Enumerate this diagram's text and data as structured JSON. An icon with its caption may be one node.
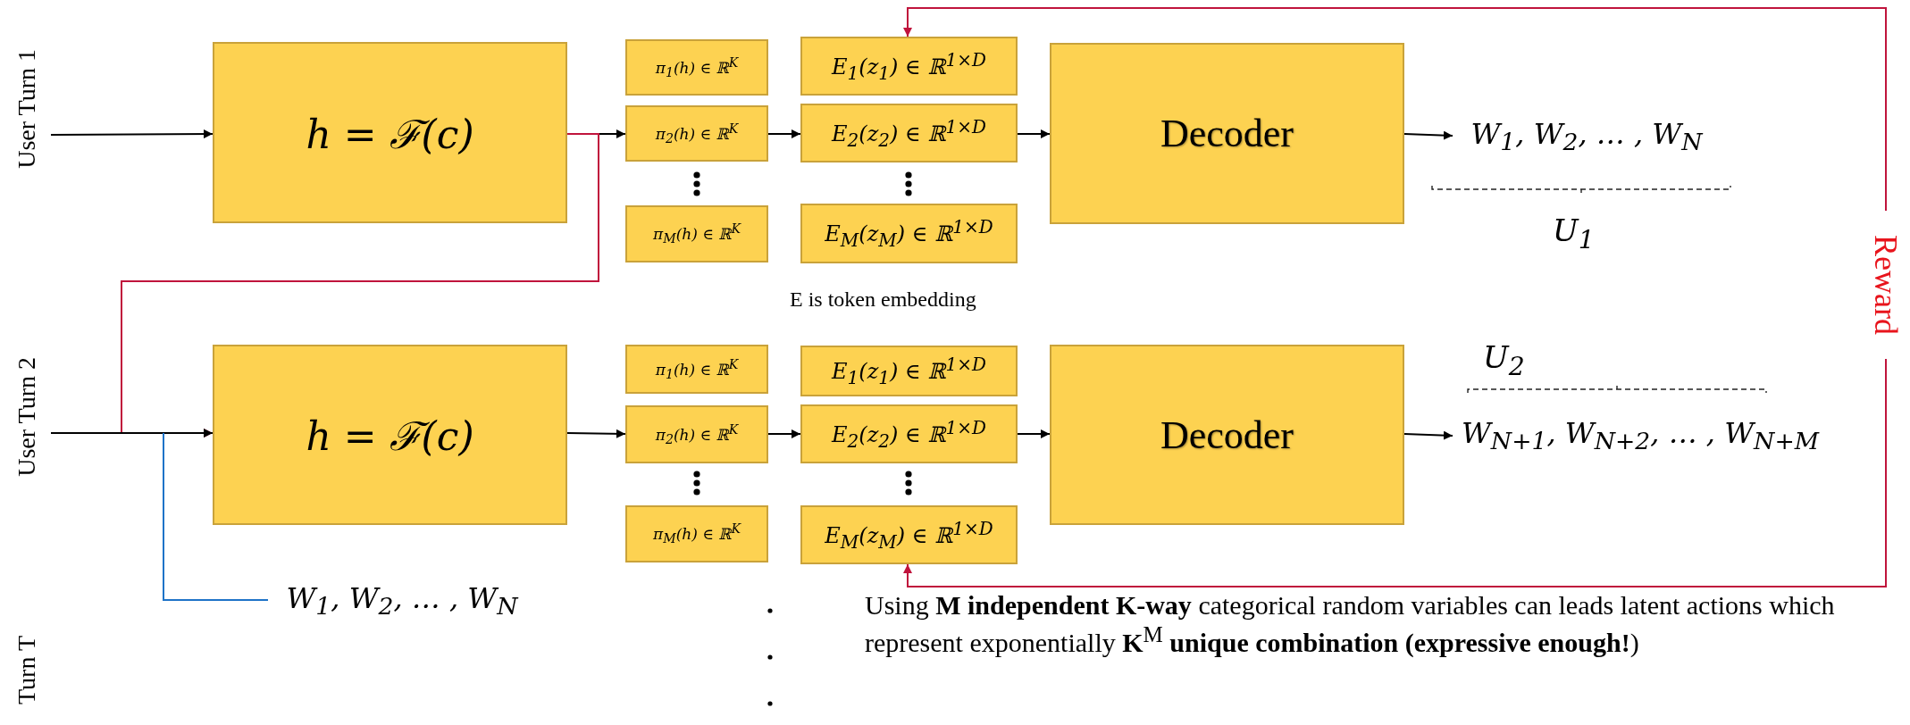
{
  "diagram": {
    "nodes": [
      {
        "text": [
          "h = ℱ(c)"
        ]
      },
      {
        "text": [
          "π$_{1}$(h) ∈ ℝ$^{K}$"
        ]
      },
      {
        "text": [
          "π$_{2}$(h) ∈ ℝ$^{K}$"
        ]
      },
      {
        "text": [
          "π$_{M}$(h) ∈ ℝ$^{K}$"
        ]
      },
      {
        "text": [
          "E$_{1}$(z$_{1}$) ∈ ℝ$^{1×D}$"
        ]
      },
      {
        "text": [
          "E$_{2}$(z$_{2}$) ∈ ℝ$^{1×D}$"
        ]
      },
      {
        "text": [
          "E$_{M}$(z$_{M}$) ∈ ℝ$^{1×D}$"
        ]
      },
      {
        "text": [
          "Decoder"
        ]
      },
      {
        "text": [
          "W$_{1}$, W$_{2}$, … , W$_{N}$"
        ],
        "beside": [
          "U$_{1}$"
        ]
      },
      {
        "text": [
          "Reward"
        ]
      },
      {
        "text": [
          "h = ℱ(c)"
        ]
      },
      {
        "text": [
          "π$_{1}$(h) ∈ ℝ$^{K}$"
        ]
      },
      {
        "text": [
          "π$_{2}$(h) ∈ ℝ$^{K}$"
        ]
      },
      {
        "text": [
          "π$_{M}$(h) ∈ ℝ$^{K}$"
        ]
      },
      {
        "text": [
          "E$_{1}$(z$_{1}$) ∈ ℝ$^{1×D}$"
        ]
      },
      {
        "text": [
          "E$_{2}$(z$_{2}$) ∈ ℝ$^{1×D}$"
        ]
      },
      {
        "text": [
          "E$_{M}$(z$_{M}$) ∈ ℝ$^{1×D}$"
        ]
      },
      {
        "text": [
          "Decoder"
        ]
      },
      {
        "text": [
          "W$_{N+1}$, W$_{N+2}$, … , W$_{N+M}$"
        ],
        "beside": [
          "U$_{2}$"
        ]
      },
      {
        "text": [
          "W$_{1}$, W$_{2}$, … , W$_{N}$"
        ]
      }
    ],
    "edges": [
      {
        "from": null,
        "to": 0,
        "arrow": "to"
      },
      {
        "from": 0,
        "to": 2,
        "arrow": "to"
      },
      {
        "from": 2,
        "to": 5,
        "arrow": "to"
      },
      {
        "from": 5,
        "to": 7,
        "arrow": "to"
      },
      {
        "from": 7,
        "to": 8,
        "arrow": "to"
      },
      {
        "from": 9,
        "to": 4,
        "arrow": "to",
        "color": "#c0143c"
      },
      {
        "from": 0,
        "to": 10,
        "arrow": "to",
        "color": "#c0143c"
      },
      {
        "from": null,
        "to": 10,
        "arrow": "to"
      },
      {
        "from": 10,
        "to": 12,
        "arrow": "to"
      },
      {
        "from": 12,
        "to": 15,
        "arrow": "to"
      },
      {
        "from": 15,
        "to": 17,
        "arrow": "to"
      },
      {
        "from": 17,
        "to": 18,
        "arrow": "to"
      },
      {
        "from": 9,
        "to": 16,
        "arrow": "to",
        "color": "#c0143c"
      },
      {
        "from": null,
        "to": 19,
        "arrow": "none",
        "color": "#1e73c8"
      }
    ],
    "labels": [
      "User Turn 1",
      "E is token embedding",
      "User Turn 2",
      "Turn T",
      "Using **M independent K-way** categorical random variables can leads latent actions which represent exponentially **K**$^{M}$ **unique combination (expressive enough!**)"
    ]
  }
}
